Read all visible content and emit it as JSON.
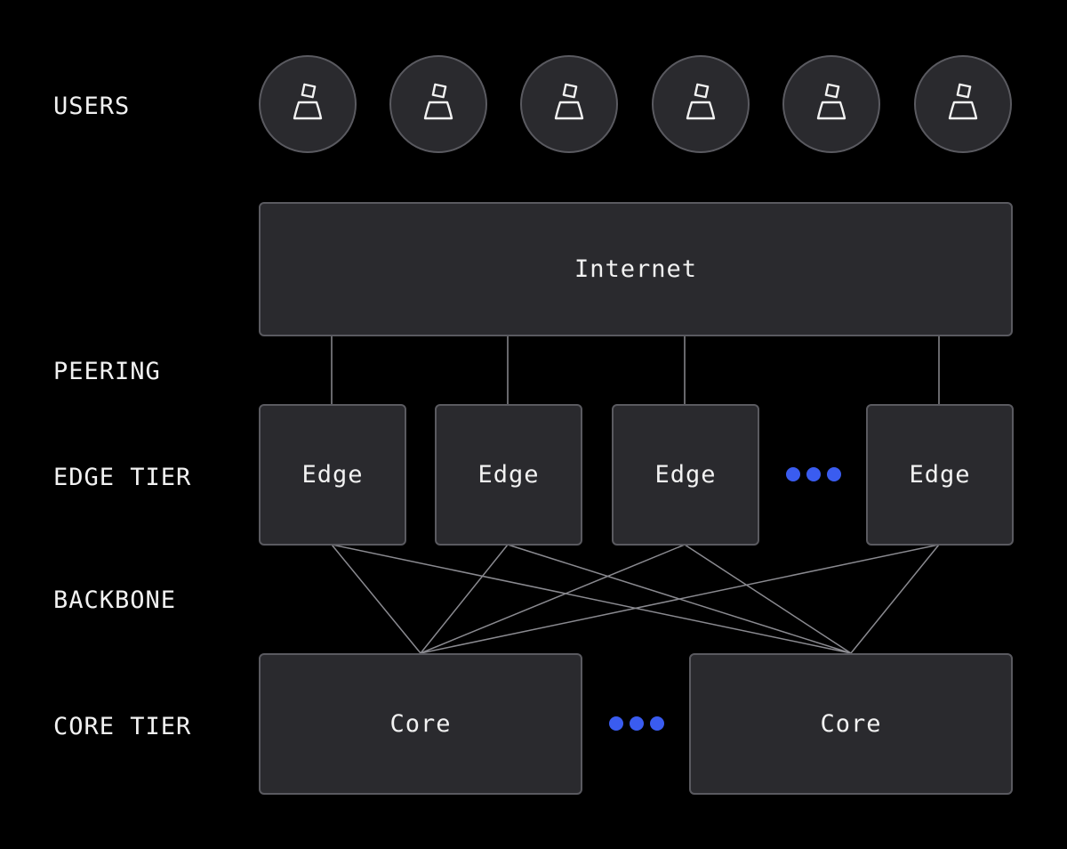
{
  "tiers": {
    "users": "USERS",
    "peering": "PEERING",
    "edge": "EDGE TIER",
    "backbone": "BACKBONE",
    "core": "CORE TIER"
  },
  "internet": {
    "label": "Internet"
  },
  "edges": [
    "Edge",
    "Edge",
    "Edge",
    "Edge"
  ],
  "cores": [
    "Core",
    "Core"
  ],
  "colors": {
    "background": "#000000",
    "node_fill": "#2a2a2e",
    "node_border": "#5a5a60",
    "link": "#8a8a90",
    "ellipsis_dots": "#3a5cf0"
  },
  "icons": {
    "user": "user-icon"
  }
}
